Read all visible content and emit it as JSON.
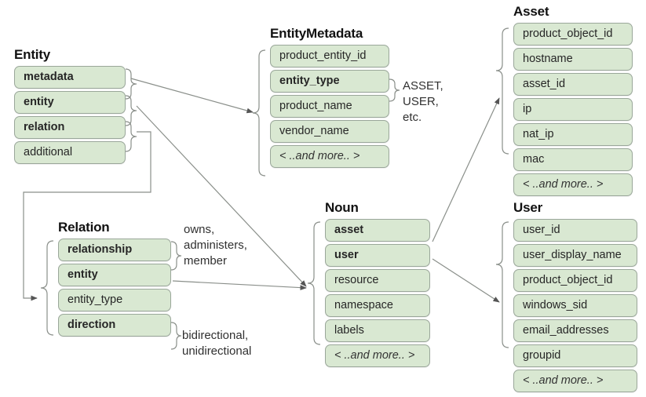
{
  "diagram": {
    "title_visible": false,
    "colors": {
      "box_fill": "#d9e8d2",
      "box_border": "#9aa79a",
      "connector": "#5a5a5a",
      "text": "#262626"
    }
  },
  "groups": {
    "entity": {
      "title": "Entity",
      "rows": [
        {
          "label": "metadata",
          "bold": true,
          "more": false
        },
        {
          "label": "entity",
          "bold": true,
          "more": false
        },
        {
          "label": "relation",
          "bold": true,
          "more": false
        },
        {
          "label": "additional",
          "bold": false,
          "more": false
        }
      ]
    },
    "entity_metadata": {
      "title": "EntityMetadata",
      "rows": [
        {
          "label": "product_entity_id",
          "bold": false,
          "more": false
        },
        {
          "label": "entity_type",
          "bold": true,
          "more": false
        },
        {
          "label": "product_name",
          "bold": false,
          "more": false
        },
        {
          "label": "vendor_name",
          "bold": false,
          "more": false
        },
        {
          "label": "< ..and more.. >",
          "bold": false,
          "more": true
        }
      ]
    },
    "asset": {
      "title": "Asset",
      "rows": [
        {
          "label": "product_object_id",
          "bold": false,
          "more": false
        },
        {
          "label": "hostname",
          "bold": false,
          "more": false
        },
        {
          "label": "asset_id",
          "bold": false,
          "more": false
        },
        {
          "label": "ip",
          "bold": false,
          "more": false
        },
        {
          "label": "nat_ip",
          "bold": false,
          "more": false
        },
        {
          "label": "mac",
          "bold": false,
          "more": false
        },
        {
          "label": "< ..and more.. >",
          "bold": false,
          "more": true
        }
      ]
    },
    "relation": {
      "title": "Relation",
      "rows": [
        {
          "label": "relationship",
          "bold": true,
          "more": false
        },
        {
          "label": "entity",
          "bold": true,
          "more": false
        },
        {
          "label": "entity_type",
          "bold": false,
          "more": false
        },
        {
          "label": "direction",
          "bold": true,
          "more": false
        }
      ]
    },
    "noun": {
      "title": "Noun",
      "rows": [
        {
          "label": "asset",
          "bold": true,
          "more": false
        },
        {
          "label": "user",
          "bold": true,
          "more": false
        },
        {
          "label": "resource",
          "bold": false,
          "more": false
        },
        {
          "label": "namespace",
          "bold": false,
          "more": false
        },
        {
          "label": "labels",
          "bold": false,
          "more": false
        },
        {
          "label": "< ..and more.. >",
          "bold": false,
          "more": true
        }
      ]
    },
    "user": {
      "title": "User",
      "rows": [
        {
          "label": "user_id",
          "bold": false,
          "more": false
        },
        {
          "label": "user_display_name",
          "bold": false,
          "more": false
        },
        {
          "label": "product_object_id",
          "bold": false,
          "more": false
        },
        {
          "label": "windows_sid",
          "bold": false,
          "more": false
        },
        {
          "label": "email_addresses",
          "bold": false,
          "more": false
        },
        {
          "label": "groupid",
          "bold": false,
          "more": false
        },
        {
          "label": "< ..and more.. >",
          "bold": false,
          "more": true
        }
      ]
    }
  },
  "annotations": {
    "entity_type_values": "ASSET,\nUSER,\netc.",
    "relationship_values": "owns,\nadministers,\nmember",
    "direction_values": "bidirectional,\nunidirectional"
  }
}
